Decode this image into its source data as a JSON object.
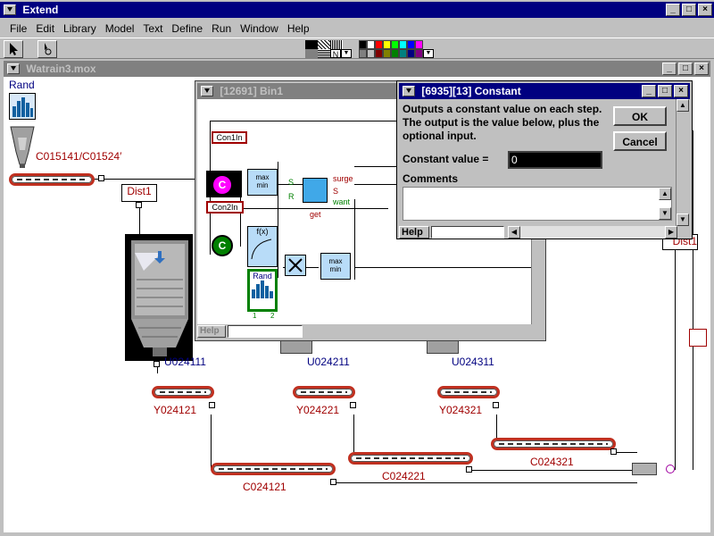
{
  "app": {
    "title": "Extend"
  },
  "menu": [
    "File",
    "Edit",
    "Library",
    "Model",
    "Text",
    "Define",
    "Run",
    "Window",
    "Help"
  ],
  "toolbar": {
    "pattern_value": "N"
  },
  "palette": [
    "#000000",
    "#ffffff",
    "#ff0000",
    "#ffff00",
    "#00ff00",
    "#00ffff",
    "#0000ff",
    "#ff00ff",
    "#808080",
    "#c0c0c0",
    "#800000",
    "#808000",
    "#008000",
    "#008080",
    "#000080",
    "#800080"
  ],
  "model_window": {
    "title": "Watrain3.mox",
    "labels": {
      "rand": "Rand",
      "c015141": "C015141/C01524′",
      "dist1": "Dist1",
      "u024111": "U024111",
      "y024121": "Y024121",
      "c024121": "C024121",
      "u024211": "U024211",
      "y024221": "Y024221",
      "c024221": "C024221",
      "u024311": "U024311",
      "y024321": "Y024321",
      "c024321": "C024321",
      "dist1_right": "Dist1"
    }
  },
  "bin_window": {
    "title": "[12691]   Bin1",
    "labels": {
      "con1in": "Con1In",
      "con2in": "Con2In",
      "c1": "C",
      "c2": "C",
      "max1": "max",
      "min1": "min",
      "max2": "max",
      "min2": "min",
      "fx": "f(x)",
      "rand": "Rand",
      "rand_1": "1",
      "rand_2": "2",
      "s1": "S",
      "r1": "R",
      "surge": "surge",
      "s2": "S",
      "want": "want",
      "get": "get"
    },
    "help": "Help"
  },
  "constant_dialog": {
    "title": "[6935][13]   Constant",
    "description": "Outputs a constant value on each step. The output is the value below, plus the optional input.",
    "value_label": "Constant value =",
    "value": "0",
    "comments_label": "Comments",
    "ok": "OK",
    "cancel": "Cancel",
    "help": "Help"
  }
}
